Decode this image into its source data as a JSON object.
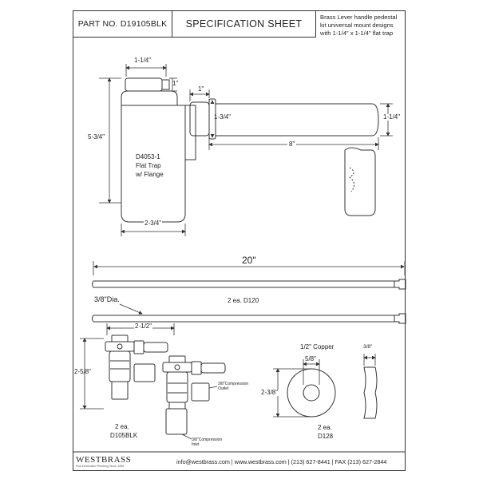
{
  "header": {
    "part_no": "PART NO.  D19105BLK",
    "title": "SPECIFICATION SHEET",
    "description": "Brass Lever handle pedestal kit universal mount designs with 1-1/4\" x 1-1/4\" flat trap"
  },
  "trap": {
    "dim_top_width": "1-1/4\"",
    "dim_cap": "1\"",
    "dim_height": "5-3/4\"",
    "dim_bottom_width": "2-3/4\"",
    "dim_arm_offset": "1\"",
    "dim_arm_height": "1-3/4\"",
    "dim_arm_length": "8\"",
    "dim_arm_end": "1-1/4\"",
    "label": [
      "D4053-1",
      "Flat Trap",
      "w/ Flange"
    ]
  },
  "supply": {
    "dim_length": "20\"",
    "dim_diameter": "3/8\"Dia.",
    "label": "2 ea. D120"
  },
  "valve": {
    "dim_width": "2-1/2\"",
    "dim_height": "2-5/8\"",
    "outlet_label": [
      "3/8\"Compression",
      "Outlet"
    ],
    "inlet_label": [
      "3/8\"Compression",
      "Inlet"
    ],
    "qty": "2 ea.",
    "part": "D105BLK"
  },
  "flange": {
    "title": "1/2\" Copper",
    "dim_inner": "5/8\"",
    "dim_outer": "2-3/8\"",
    "dim_thickness": "3/8\"",
    "qty": "2 ea.",
    "part": "D128"
  },
  "footer": {
    "brand": "WESTBRASS",
    "tagline": "Fine Decorative Plumbing Since 1955",
    "contact": "info@westbrass.com  |  www.westbrass.com    |    (213) 627-8441    |    FAX (213) 627-2844"
  }
}
